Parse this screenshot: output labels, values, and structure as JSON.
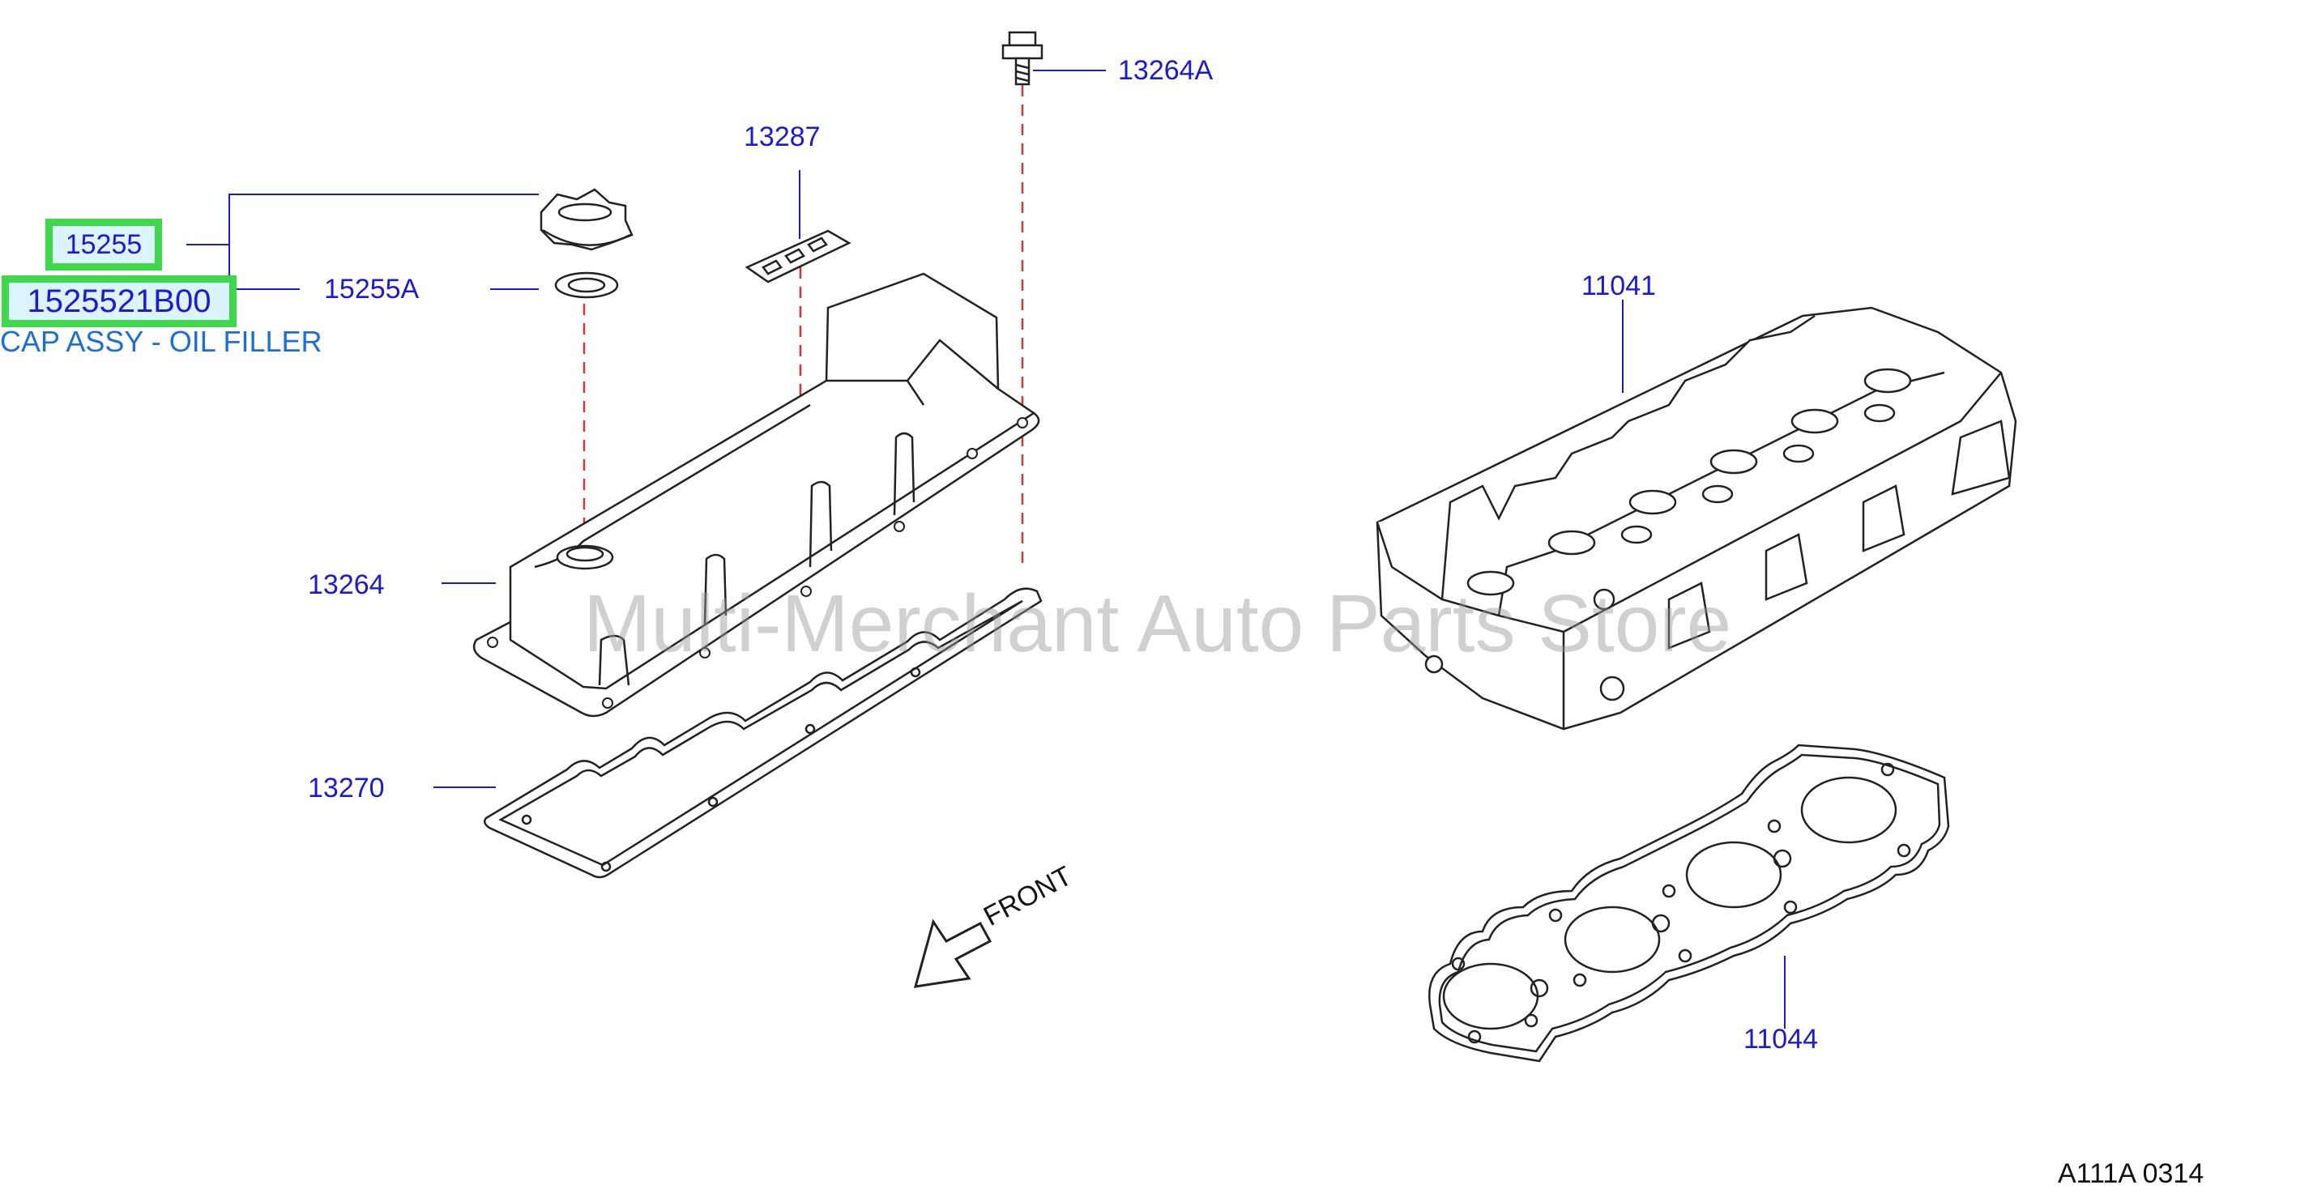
{
  "colors": {
    "callout": "#1a1adf",
    "highlight_border": "#3fd84a",
    "highlight_fill": "#dcf4ff",
    "description": "#1a6fe0",
    "drawing": "#222222",
    "guide": "#e23030"
  },
  "callouts": {
    "p15255": "15255",
    "p1525521b00": "1525521B00",
    "p15255a": "15255A",
    "p13287": "13287",
    "p13264a": "13264A",
    "p13264": "13264",
    "p13270": "13270",
    "p11041": "11041",
    "p11044": "11044"
  },
  "description": "CAP ASSY - OIL FILLER",
  "front_label": "FRONT",
  "watermark": "Multi-Merchant Auto Parts Store",
  "diagram_code": "A111A  0314",
  "icons": [
    "oil-filler-cap",
    "cap-gasket",
    "bolt",
    "rocker-cover",
    "rocker-cover-gasket",
    "label-plate",
    "cylinder-head",
    "cylinder-head-gasket",
    "front-arrow"
  ]
}
